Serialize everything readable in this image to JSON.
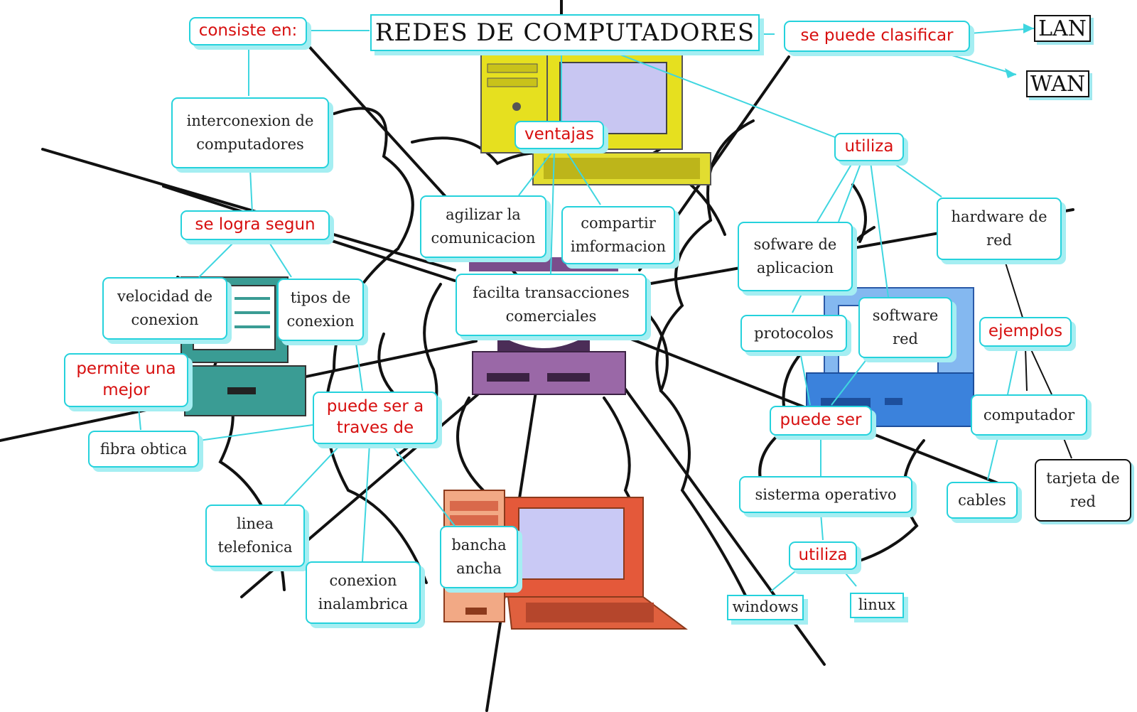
{
  "title": "REDES DE COMPUTADORES",
  "nodes": {
    "consiste": "consiste en:",
    "clasificar": "se puede clasificar",
    "lan": "LAN",
    "wan": "WAN",
    "interconexion": "interconexion de\ncomputadores",
    "ventajas": "ventajas",
    "utiliza_top": "utiliza",
    "se_logra": "se logra segun",
    "agilizar": "agilizar la\ncomunicacion",
    "compartir": "compartir\nimformacion",
    "sofware": "sofware de\naplicacion",
    "hardware": "hardware de\nred",
    "velocidad": "velocidad de\nconexion",
    "tipos": "tipos de\nconexion",
    "facilita": "facilta transacciones\ncomerciales",
    "protocolos": "protocolos",
    "software_red": "software\nred",
    "ejemplos": "ejemplos",
    "permite": "permite una\nmejor",
    "puede_traves": "puede ser a\ntraves de",
    "puede_ser": "puede ser",
    "computador": "computador",
    "fibra": "fibra obtica",
    "tarjeta": "tarjeta de\nred",
    "cables": "cables",
    "sistema": "sisterma operativo",
    "linea": "linea\ntelefonica",
    "bancha": "bancha\nancha",
    "utiliza_bottom": "utiliza",
    "conexion_inal": "conexion\ninalambrica",
    "windows": "windows",
    "linux": "linux"
  },
  "colors": {
    "node_border": "#25d2dc",
    "node_shadow": "#a5eef2",
    "link_text": "#d70f0f",
    "connector": "#3fd6e0",
    "web_lines": "#111111"
  },
  "icons": [
    "yellow-computer-icon",
    "teal-computer-icon",
    "purple-computer-icon",
    "blue-computer-icon",
    "orange-computer-icon"
  ]
}
